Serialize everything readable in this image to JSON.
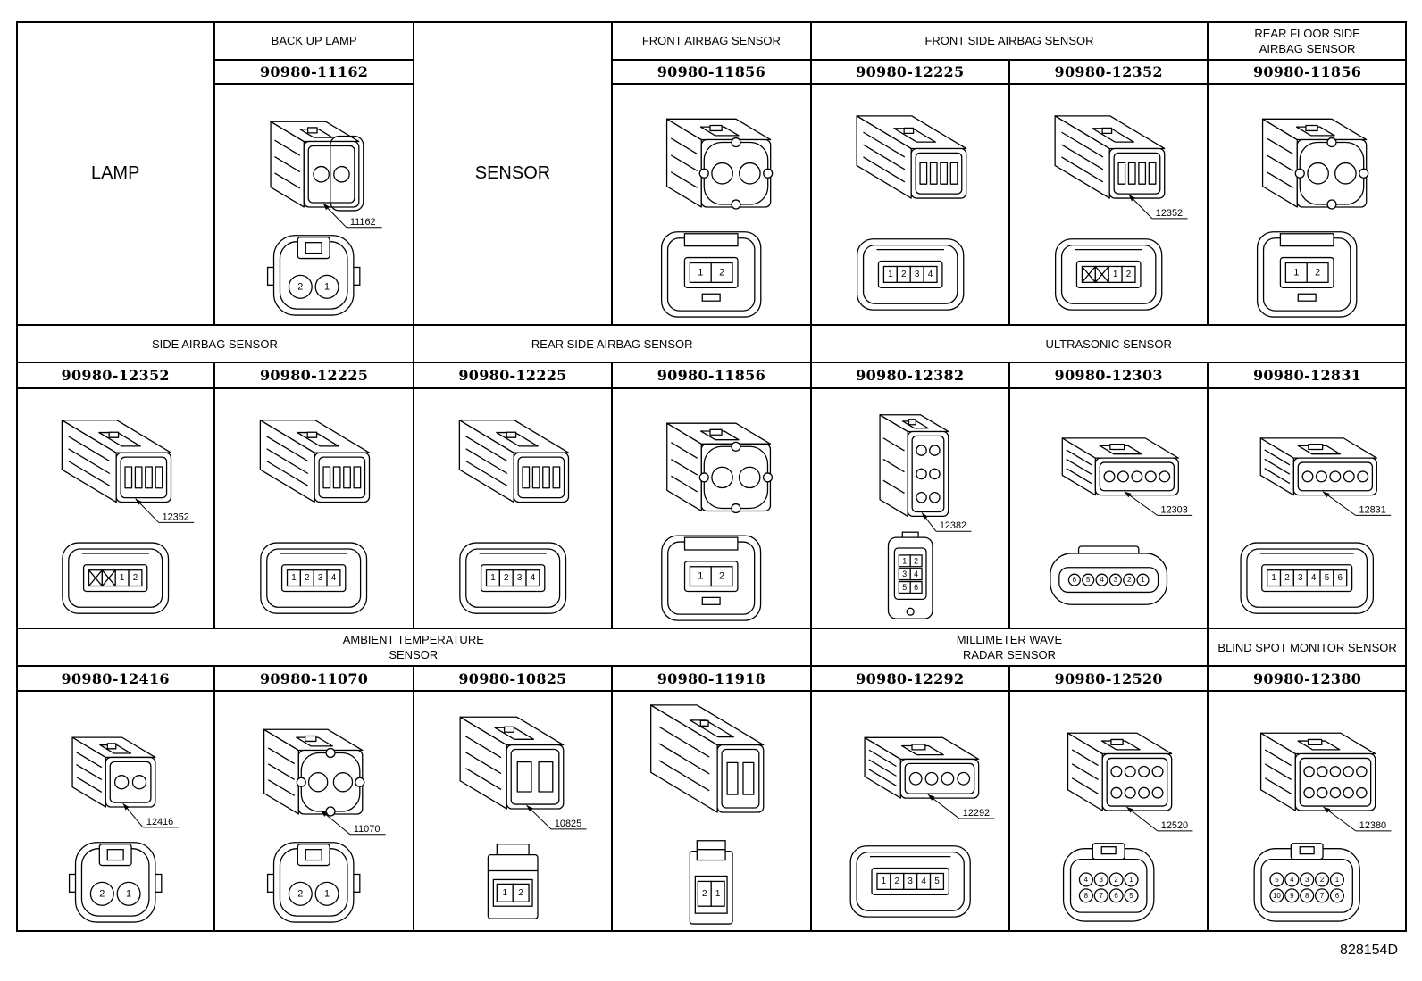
{
  "rows": [
    {
      "items": [
        {
          "label": "LAMP"
        },
        {
          "header": [
            "BACK UP LAMP"
          ],
          "connectors": [
            {
              "part": "90980-11162",
              "callout": "11162",
              "body": "clip-2pin",
              "face": "round-2",
              "pins": [
                "2",
                "1"
              ]
            }
          ]
        },
        {
          "label": "SENSOR"
        },
        {
          "header": [
            "FRONT AIRBAG SENSOR"
          ],
          "connectors": [
            {
              "part": "90980-11856",
              "body": "square-2pin",
              "face": "rect-row",
              "pins": [
                "1",
                "2"
              ]
            }
          ]
        },
        {
          "header": [
            "FRONT SIDE AIRBAG SENSOR"
          ],
          "connectors": [
            {
              "part": "90980-12225",
              "body": "long-4pin",
              "face": "rect-row",
              "pins": [
                "1",
                "2",
                "3",
                "4"
              ]
            },
            {
              "part": "90980-12352",
              "callout": "12352",
              "body": "long-4pin",
              "face": "rect-row",
              "pins": [
                null,
                null,
                "1",
                "2"
              ]
            }
          ]
        },
        {
          "header": [
            "REAR FLOOR SIDE",
            "AIRBAG SENSOR"
          ],
          "connectors": [
            {
              "part": "90980-11856",
              "body": "square-2pin",
              "face": "rect-row",
              "pins": [
                "1",
                "2"
              ]
            }
          ]
        }
      ]
    },
    {
      "items": [
        {
          "header": [
            "SIDE AIRBAG SENSOR"
          ],
          "connectors": [
            {
              "part": "90980-12352",
              "callout": "12352",
              "body": "long-4pin",
              "face": "rect-row",
              "pins": [
                null,
                null,
                "1",
                "2"
              ]
            },
            {
              "part": "90980-12225",
              "body": "long-4pin",
              "face": "rect-row",
              "pins": [
                "1",
                "2",
                "3",
                "4"
              ]
            }
          ]
        },
        {
          "header": [
            "REAR SIDE AIRBAG SENSOR"
          ],
          "connectors": [
            {
              "part": "90980-12225",
              "body": "long-4pin",
              "face": "rect-row",
              "pins": [
                "1",
                "2",
                "3",
                "4"
              ]
            },
            {
              "part": "90980-11856",
              "body": "square-2pin",
              "face": "rect-row",
              "pins": [
                "1",
                "2"
              ]
            }
          ]
        },
        {
          "header": [
            "ULTRASONIC SENSOR"
          ],
          "connectors": [
            {
              "part": "90980-12382",
              "callout": "12382",
              "body": "vertical-6pin",
              "face": "grid-2col",
              "pins": [
                "1",
                "2",
                "3",
                "4",
                "5",
                "6"
              ]
            },
            {
              "part": "90980-12303",
              "callout": "12303",
              "body": "multi-6pin",
              "face": "circle-row",
              "pins": [
                "6",
                "5",
                "4",
                "3",
                "2",
                "1"
              ]
            },
            {
              "part": "90980-12831",
              "callout": "12831",
              "body": "multi-6pin",
              "face": "rect-row",
              "pins": [
                "1",
                "2",
                "3",
                "4",
                "5",
                "6"
              ]
            }
          ]
        }
      ]
    },
    {
      "items": [
        {
          "header": [
            "AMBIENT TEMPERATURE",
            "SENSOR"
          ],
          "connectors": [
            {
              "part": "90980-12416",
              "callout": "12416",
              "body": "small-2pin",
              "face": "round-2",
              "pins": [
                "2",
                "1"
              ]
            },
            {
              "part": "90980-11070",
              "callout": "11070",
              "body": "round-2pin",
              "face": "round-2",
              "pins": [
                "2",
                "1"
              ]
            },
            {
              "part": "90980-10825",
              "callout": "10825",
              "body": "rect-2pin",
              "face": "small-row",
              "pins": [
                "1",
                "2"
              ]
            },
            {
              "part": "90980-11918",
              "body": "long-2pin",
              "face": "narrow-2",
              "pins": [
                "2",
                "1"
              ]
            }
          ]
        },
        {
          "header": [
            "MILLIMETER WAVE",
            "RADAR SENSOR"
          ],
          "connectors": [
            {
              "part": "90980-12292",
              "callout": "12292",
              "body": "multi-5pin",
              "face": "rect-row",
              "pins": [
                "1",
                "2",
                "3",
                "4",
                "5"
              ]
            },
            {
              "part": "90980-12520",
              "callout": "12520",
              "body": "multi-8pin",
              "face": "circle-grid",
              "pins": [
                "4",
                "3",
                "2",
                "1",
                "8",
                "7",
                "6",
                "5"
              ]
            }
          ]
        },
        {
          "header": [
            "BLIND SPOT MONITOR SENSOR"
          ],
          "connectors": [
            {
              "part": "90980-12380",
              "callout": "12380",
              "body": "multi-10pin",
              "face": "circle-grid",
              "pins": [
                "5",
                "4",
                "3",
                "2",
                "1",
                "10",
                "9",
                "8",
                "7",
                "6"
              ]
            }
          ]
        }
      ]
    }
  ],
  "diagram_code": "828154D"
}
